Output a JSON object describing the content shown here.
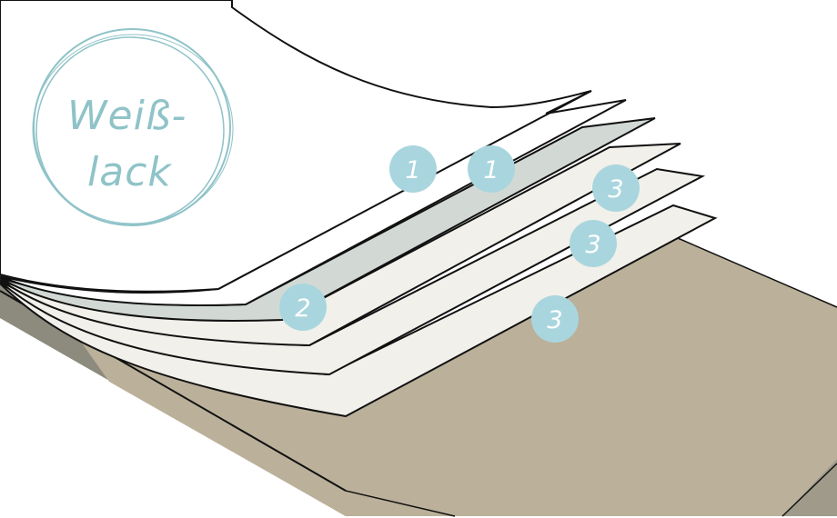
{
  "stamp": {
    "line1": "Weiß-",
    "line2": "lack"
  },
  "badges": [
    "1",
    "1",
    "2",
    "3",
    "3",
    "3"
  ],
  "colors": {
    "board_top": "#bbb09a",
    "board_front": "#9f9a8a",
    "board_left": "#8c8b7d",
    "layer_primer": "#d2d9d4",
    "layer_fill": "#f2f0ea",
    "badge": "#a9d6de",
    "stamp_ring": "#8fc3c8",
    "line": "#111111"
  }
}
